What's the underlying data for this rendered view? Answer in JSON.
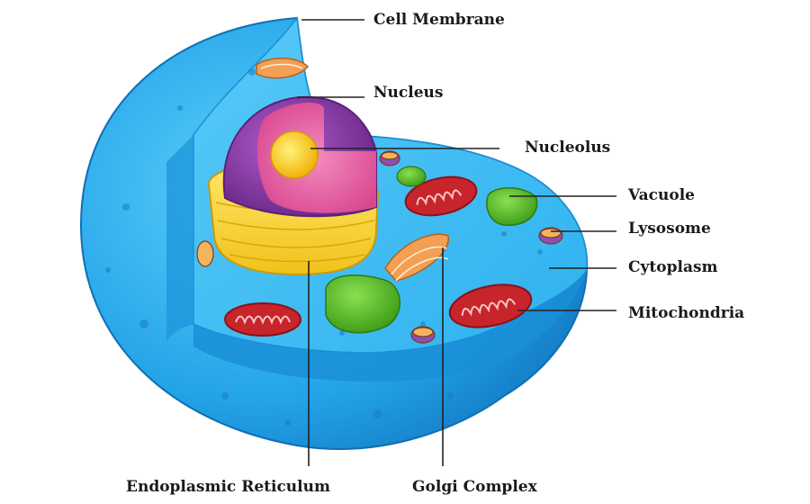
{
  "labels": {
    "cell_membrane": "Cell Membrane",
    "nucleus": "Nucleus",
    "nucleolus": "Nucleolus",
    "vacuole": "Vacuole",
    "lysosome": "Lysosome",
    "cytoplasm": "Cytoplasm",
    "mitochondria": "Mitochondria",
    "endoplasmic_reticulum": "Endoplasmic Reticulum",
    "golgi_complex": "Golgi Complex"
  },
  "colors": {
    "cell_outer": "#27a9ea",
    "cell_cut_face": "#3ec0f3",
    "cell_dark": "#1682c9",
    "nucleus": "#8e3fa7",
    "nucleus_inner": "#e05c9e",
    "nucleolus": "#f5d21a",
    "endoplasmic_reticulum": "#f2d73a",
    "mitochondria": "#c8242b",
    "vacuole": "#5cc22b",
    "golgi": "#f3a055",
    "leader_line": "#222222"
  }
}
